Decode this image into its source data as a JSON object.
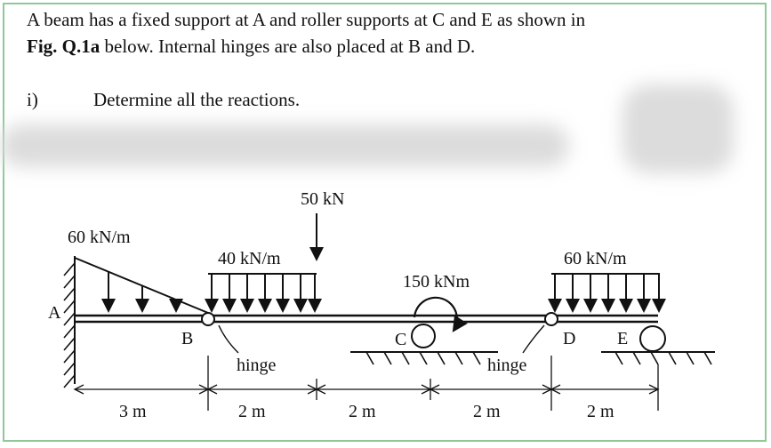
{
  "question": {
    "line1": "A beam has a fixed support at A and roller supports at C and E as shown in",
    "line2_fig": "Fig. Q.1a",
    "line2_rest": " below.  Internal hinges are also placed at B and D.",
    "part_num": "i)",
    "part_text": "Determine all the reactions."
  },
  "diagram": {
    "load_triangle": "60 kN/m",
    "load_udl_left": "40 kN/m",
    "point_load": "50 kN",
    "moment": "150 kNm",
    "load_udl_right": "60 kN/m",
    "label_A": "A",
    "label_B": "B",
    "label_C": "C",
    "label_D": "D",
    "label_E": "E",
    "hinge_left": "hinge",
    "hinge_right": "hinge",
    "dim_1": "3 m",
    "dim_2": "2 m",
    "dim_3": "2 m",
    "dim_4": "2 m",
    "dim_5": "2 m"
  }
}
